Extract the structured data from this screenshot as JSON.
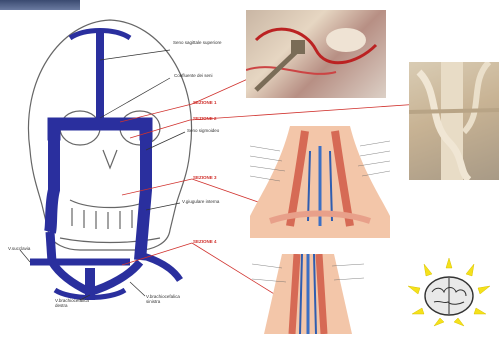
{
  "labels": {
    "seno_sagittale": "Seno sagittale superiore",
    "confluente": "Confluente dei seni",
    "seno_sigmoideo": "Seno sigmoideo",
    "v_giugulare": "V.giugulare interna",
    "v_succlavia": "V.succlavia",
    "v_brachio_dx": "V.brachiocefalica destra",
    "v_brachio_sx": "V.brachiocefalica sinistra"
  },
  "sections": {
    "s1": "SEZIONE 1",
    "s2": "SEZIONE 2",
    "s3": "SEZIONE 3",
    "s4": "SEZIONE 4"
  },
  "colors": {
    "vein": "#2a2f9e",
    "guide": "#d0312d",
    "skull_line": "#666666",
    "brain_glow": "#f5e11b"
  },
  "icons": {
    "skull": "skull-outline-icon",
    "brain": "brain-lightbulb-icon"
  }
}
